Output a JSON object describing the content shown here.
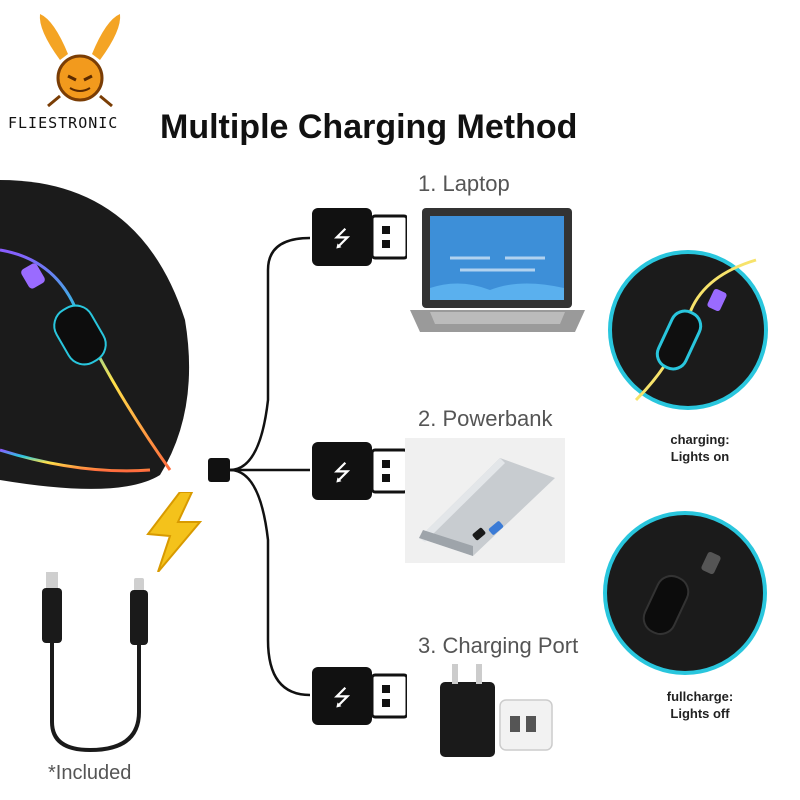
{
  "brand": {
    "name": "FLIESTRONIC"
  },
  "title": "Multiple Charging Method",
  "options": [
    {
      "label": "1. Laptop",
      "icon": "laptop-icon"
    },
    {
      "label": "2. Powerbank",
      "icon": "powerbank-icon"
    },
    {
      "label": "3. Charging Port",
      "icon": "wall-charger-icon"
    }
  ],
  "states": [
    {
      "line1": "charging:",
      "line2": "Lights on"
    },
    {
      "line1": "fullcharge:",
      "line2": "Lights off"
    }
  ],
  "included_note": "*Included",
  "colors": {
    "accent_cyan": "#29c6dd",
    "bolt_yellow": "#f4c21b",
    "logo_orange": "#f29a1d"
  }
}
